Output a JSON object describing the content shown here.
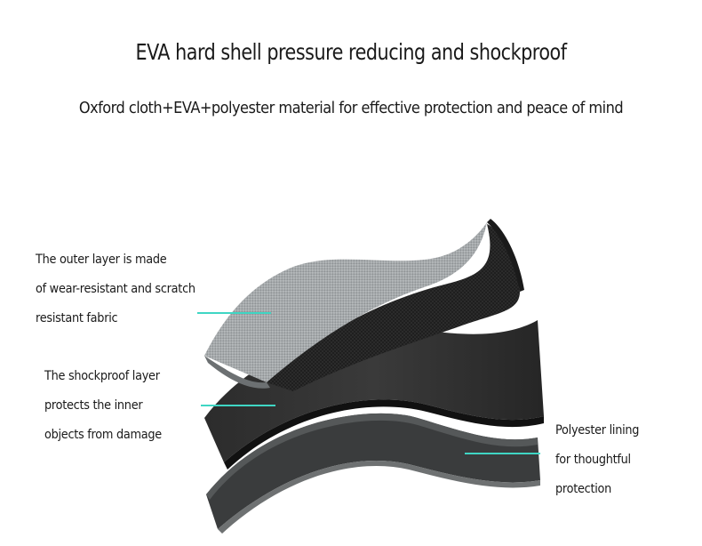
{
  "title": "EVA hard shell pressure reducing and shockproof",
  "subtitle": "Oxford cloth+EVA+polyester material for effective protection and peace of mind",
  "callouts": {
    "outer": {
      "lines": [
        "The outer layer is made",
        "of wear-resistant and scratch",
        "resistant fabric"
      ]
    },
    "shockproof": {
      "lines": [
        "The shockproof layer",
        "protects the inner",
        "objects from damage"
      ]
    },
    "lining": {
      "lines": [
        "Polyester lining",
        "for thoughtful",
        "protection"
      ]
    }
  },
  "colors": {
    "pointer": "#3fd6c4",
    "outer_fabric": "#a9adaf",
    "eva_layer": "#2a2a2a",
    "lining": "#2f3132"
  }
}
